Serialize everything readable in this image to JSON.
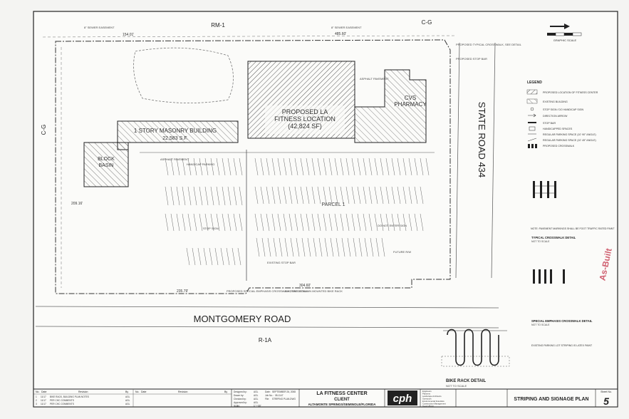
{
  "zoning": {
    "north": "RM-1",
    "northeast": "C-G",
    "west": "C-G",
    "south": "R-1A"
  },
  "roads": {
    "state_road": "STATE ROAD 434",
    "montgomery": "MONTGOMERY ROAD"
  },
  "buildings": {
    "fitness": {
      "line1": "PROPOSED LA",
      "line2": "FITNESS LOCATION",
      "line3": "(42,824 SF)"
    },
    "masonry": {
      "line1": "1 STORY MASONRY BUILDING",
      "line2": "22,583 S.F."
    },
    "basin": {
      "line1": "BLOCK",
      "line2": "BASIN"
    },
    "pharmacy": {
      "line1": "CVS",
      "line2": "PHARMACY"
    },
    "parcel": "PARCEL 1"
  },
  "notes": {
    "sewer_n": "8\" SEWER EASEMENT",
    "sewer_ne": "8\" SEWER EASEMENT",
    "proposed_typical": "PROPOSED TYPICAL CROSSWALK, SEE DETAIL",
    "stop_bar": "PROPOSED STOP BAR",
    "do_not_enter": "DO NOT ENTER SIGN",
    "special_crosswalk": "PROPOSED SPECIAL EMPHASIS CROSSWALK, SEE DETAIL",
    "bike_rack_note": "EXISTING COLUMN MOUNTED BIKE RACK",
    "asphalt": "ASPHALT PAVEMENT",
    "stop_sign": "STOP SIGN",
    "handicap": "HANDICAP PARKING",
    "future_row": "FUTURE R/W",
    "existing_stop": "EXISTING STOP BAR"
  },
  "dimensions": {
    "north_1": "154.01'",
    "north_2": "485.60'",
    "south_1": "235.79'",
    "south_2": "304.60'",
    "west_1": "209.16'"
  },
  "scale_title": "GRAPHIC SCALE",
  "legend": {
    "title": "LEGEND",
    "items": [
      "PROPOSED LOCATION OF FITNESS CENTER",
      "EXISTING BUILDING",
      "STOP SIGN / DO HANDICAP SIGN",
      "DIRECTION ARROW",
      "STOP BAR",
      "HANDICAPPED SPACES",
      "REGULAR PARKING SPACE (10' 90° ANGLE)",
      "REGULAR PARKING SPACE (10' 45° ANGLE)",
      "PROPOSED CROSSWALK"
    ]
  },
  "details": {
    "typical": {
      "title": "TYPICAL CROSSWALK DETAIL",
      "sub": "NOT TO SCALE",
      "note": "NOTE: PAVEMENT MARKINGS SHALL BE FOOT TRAFFIC RATED PAINT"
    },
    "special": {
      "title": "SPECIAL EMPHASIS CROSSWALK DETAIL",
      "sub": "NOT TO SCALE",
      "note": "EXISTING PARKING LOT STRIPING IS LATEX PAINT"
    },
    "bike": {
      "title": "BIKE RACK DETAIL",
      "sub": "NOT TO SCALE"
    }
  },
  "stamp": "As-Built",
  "title_block": {
    "rev_headers": [
      "No.",
      "Date",
      "Revision",
      "By",
      "No.",
      "Date",
      "Revision",
      "By"
    ],
    "revisions": [
      {
        "no": "1",
        "date": "11/17",
        "text": "BIKE RACK, BUILDING PLAN NOTES",
        "by": "AGL"
      },
      {
        "no": "2",
        "date": "11/17",
        "text": "PER CHC COMMENTS",
        "by": "AGL"
      },
      {
        "no": "3",
        "date": "11/17",
        "text": "PER CHC COMMENTS",
        "by": "AGL"
      }
    ],
    "designed_by": "Designed by:",
    "designed_val": "AGL",
    "drawn_by": "Drawn by:",
    "drawn_val": "AGL",
    "checked_by": "Checked by:",
    "checked_val": "AGL",
    "approved_by": "Approved by:",
    "approved_val": "AGL",
    "scale_label": "Scale:",
    "scale_val": "1\" = 60'",
    "date_label": "Date:",
    "date_val": "SEPTEMBER 26, 2008",
    "job_label": "Job No.:",
    "job_val": "08-1147",
    "file_label": "File:",
    "file_val": "STRIPING PLAN.DWG",
    "project": "LA FITNESS CENTER",
    "client": "CLIENT",
    "location": "ALTAMONTE SPRINGS/SEMINOLE/FLORIDA",
    "firm": "cph",
    "firm_lines": [
      "Engineers",
      "Planners",
      "Landscape Architects",
      "Surveyors",
      "Environmental Scientists",
      "Construction Management",
      "Design/Build"
    ],
    "sheet_title": "STRIPING AND SIGNAGE PLAN",
    "sheet_label": "Sheet No.",
    "sheet_no": "5"
  }
}
